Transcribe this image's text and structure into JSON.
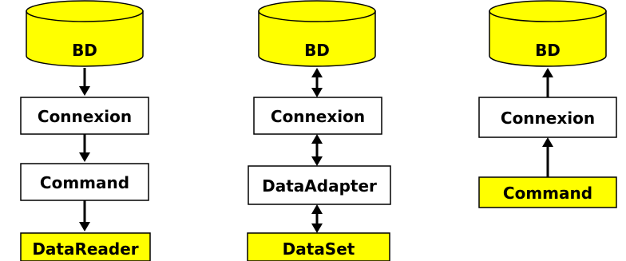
{
  "diagram": {
    "colors": {
      "highlight": "#ffff00",
      "plain": "#ffffff",
      "stroke": "#000000"
    },
    "columns": [
      {
        "database": "BD",
        "nodes": [
          {
            "label": "Connexion",
            "highlight": false
          },
          {
            "label": "Command",
            "highlight": false
          },
          {
            "label": "DataReader",
            "highlight": true
          }
        ],
        "links": [
          "down",
          "down",
          "down"
        ]
      },
      {
        "database": "BD",
        "nodes": [
          {
            "label": "Connexion",
            "highlight": false
          },
          {
            "label": "DataAdapter",
            "highlight": false
          },
          {
            "label": "DataSet",
            "highlight": true
          }
        ],
        "links": [
          "both",
          "both",
          "both"
        ]
      },
      {
        "database": "BD",
        "nodes": [
          {
            "label": "Connexion",
            "highlight": false
          },
          {
            "label": "Command",
            "highlight": true
          }
        ],
        "links": [
          "up",
          "up"
        ]
      }
    ]
  }
}
